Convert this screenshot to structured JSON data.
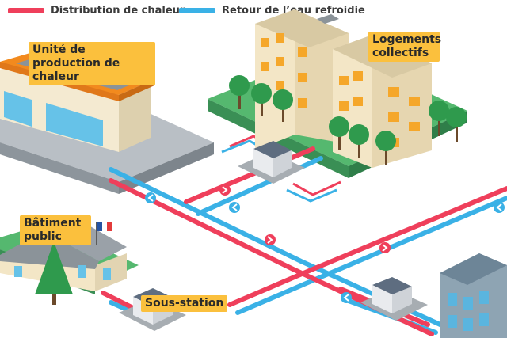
{
  "legend": {
    "supply": {
      "label": "Distribution de chaleur",
      "color": "#ef3f5b"
    },
    "return": {
      "label": "Retour de l’eau refroidie",
      "color": "#3ab1e6"
    }
  },
  "labels": {
    "heat_plant": "Unité de production de chaleur",
    "housing": "Logements collectifs",
    "public_building": "Bâtiment public",
    "substation": "Sous-station"
  },
  "colors": {
    "ground_grey": "#9aa1a8",
    "grass": "#47a964",
    "building_beige": "#f3e6c6",
    "balcony_orange": "#f5a72a",
    "roof_orange": "#f28a1e",
    "tree_green": "#2f9a4d",
    "label_bg": "#fbc03d"
  },
  "icons": [
    "flag-fr-icon",
    "arrow-right-icon",
    "arrow-left-icon"
  ]
}
